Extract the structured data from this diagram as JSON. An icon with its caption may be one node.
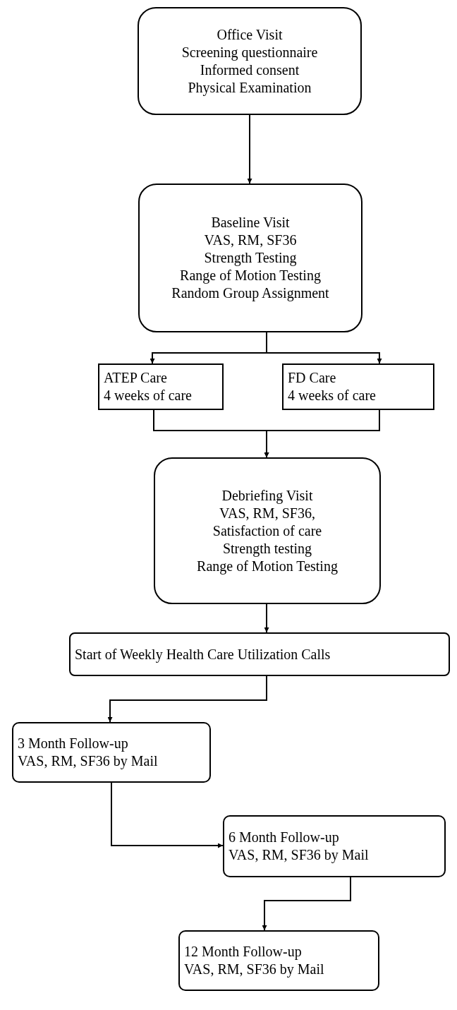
{
  "diagram": {
    "nodes": [
      {
        "text": [
          "Office Visit",
          "Screening questionnaire",
          "Informed consent",
          "Physical Examination"
        ]
      },
      {
        "text": [
          "Baseline Visit",
          "VAS, RM, SF36",
          "Strength Testing",
          "Range of Motion Testing",
          "Random Group Assignment"
        ]
      },
      {
        "text": [
          "ATEP Care",
          "4 weeks of care"
        ]
      },
      {
        "text": [
          "FD Care",
          "4 weeks of care"
        ]
      },
      {
        "text": [
          "Debriefing Visit",
          "VAS, RM, SF36,",
          "Satisfaction of care",
          "Strength testing",
          "Range of Motion Testing"
        ]
      },
      {
        "text": [
          "Start of Weekly Health Care Utilization Calls"
        ]
      },
      {
        "text": [
          "3 Month Follow-up",
          "VAS, RM, SF36 by Mail"
        ]
      },
      {
        "text": [
          "6 Month Follow-up",
          "VAS, RM, SF36 by Mail"
        ]
      },
      {
        "text": [
          "12 Month Follow-up",
          "VAS, RM, SF36 by Mail"
        ]
      }
    ],
    "edges": [
      {
        "from": 0,
        "to": 1,
        "arrow": "to"
      },
      {
        "from": 1,
        "to": 2,
        "arrow": "to"
      },
      {
        "from": 1,
        "to": 3,
        "arrow": "to"
      },
      {
        "from": 2,
        "to": 4,
        "arrow": "to"
      },
      {
        "from": 3,
        "to": 4,
        "arrow": "to"
      },
      {
        "from": 4,
        "to": 5,
        "arrow": "to"
      },
      {
        "from": 5,
        "to": 6,
        "arrow": "to"
      },
      {
        "from": 6,
        "to": 7,
        "arrow": "to"
      },
      {
        "from": 7,
        "to": 8,
        "arrow": "to"
      }
    ]
  }
}
